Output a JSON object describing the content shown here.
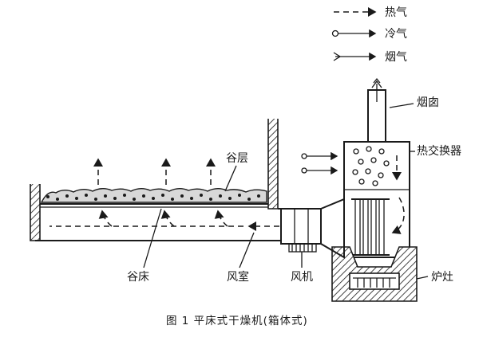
{
  "legend": {
    "hot_air": "热气",
    "cold_air": "冷气",
    "flue_gas": "烟气"
  },
  "labels": {
    "chimney": "烟囱",
    "heat_exchanger": "热交换器",
    "grain_layer": "谷层",
    "grain_bed": "谷床",
    "air_chamber": "风室",
    "fan": "风机",
    "furnace": "炉灶"
  },
  "caption": "图 1   平床式干燥机(箱体式)"
}
